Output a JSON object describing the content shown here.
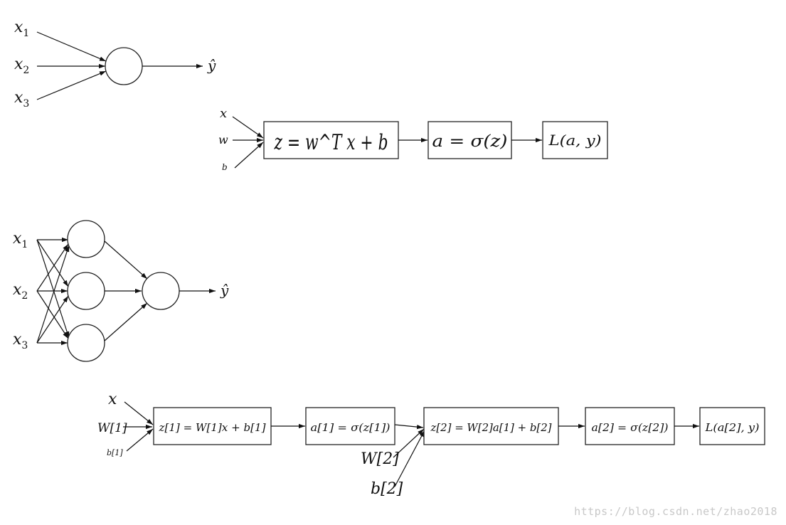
{
  "single_neuron": {
    "inputs": [
      {
        "base": "x",
        "sub": "1"
      },
      {
        "base": "x",
        "sub": "2"
      },
      {
        "base": "x",
        "sub": "3"
      }
    ],
    "output": "ŷ"
  },
  "logistic_graph": {
    "inputs": [
      "x",
      "w",
      "b"
    ],
    "box1": "z = w^T x + b",
    "box2": "a = σ(z)",
    "box3": "L(a, y)"
  },
  "two_layer_net": {
    "inputs": [
      {
        "base": "x",
        "sub": "1"
      },
      {
        "base": "x",
        "sub": "2"
      },
      {
        "base": "x",
        "sub": "3"
      }
    ],
    "output": "ŷ"
  },
  "two_layer_graph": {
    "inputs": [
      "x",
      "W[1]",
      "b[1]"
    ],
    "box1": "z[1] = W[1]x + b[1]",
    "box2": "a[1] = σ(z[1])",
    "box3": "z[2] = W[2]a[1] + b[2]",
    "box4": "a[2] = σ(z[2])",
    "box5": "L(a[2], y)",
    "mid_inputs": [
      "W[2]",
      "b[2]"
    ]
  },
  "watermark": "https://blog.csdn.net/zhao2018"
}
